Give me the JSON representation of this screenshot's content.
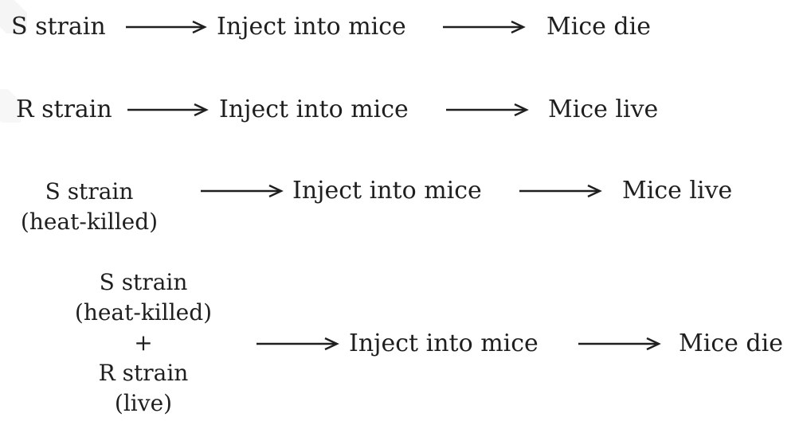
{
  "rows": [
    {
      "source": "S strain",
      "step": "Inject into mice",
      "result": "Mice die"
    },
    {
      "source": "R strain",
      "step": "Inject into mice",
      "result": "Mice live"
    },
    {
      "source_lines": [
        "S strain",
        "(heat-killed)"
      ],
      "step": "Inject into mice",
      "result": "Mice live"
    },
    {
      "source_lines": [
        "S strain",
        "(heat-killed)",
        "+",
        "R strain",
        "(live)"
      ],
      "step": "Inject into mice",
      "result": "Mice die"
    }
  ]
}
